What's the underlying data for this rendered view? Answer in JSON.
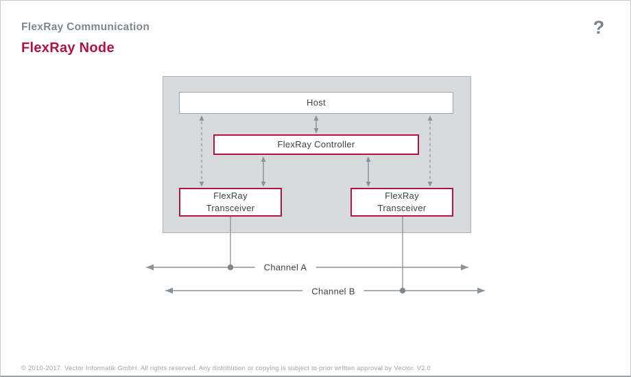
{
  "header": {
    "subtitle": "FlexRay Communication",
    "title": "FlexRay Node",
    "help_label": "?"
  },
  "diagram": {
    "blocks": {
      "host": {
        "label": "Host"
      },
      "controller": {
        "label": "FlexRay Controller"
      },
      "transceiver_a": {
        "line1": "FlexRay",
        "line2": "Transceiver"
      },
      "transceiver_b": {
        "line1": "FlexRay",
        "line2": "Transceiver"
      }
    },
    "channel_a": {
      "label": "Channel A"
    },
    "channel_b": {
      "label": "Channel B"
    }
  },
  "footer": {
    "copyright": "© 2010-2017. Vector Informatik GmbH. All rights reserved. Any distribution or copying is subject to prior written approval by Vector. V2.0"
  },
  "colors": {
    "accent": "#b2123f",
    "line": "#8a9298",
    "dot": "#7d868d",
    "box-gray": "#d8dbdd",
    "box-gray-border": "#a9afb2",
    "host-border": "#9ba2a7",
    "text-dark": "#3d4348",
    "subtitle": "#7f888e",
    "footer": "#9fa6ab",
    "help": "#78828a"
  }
}
